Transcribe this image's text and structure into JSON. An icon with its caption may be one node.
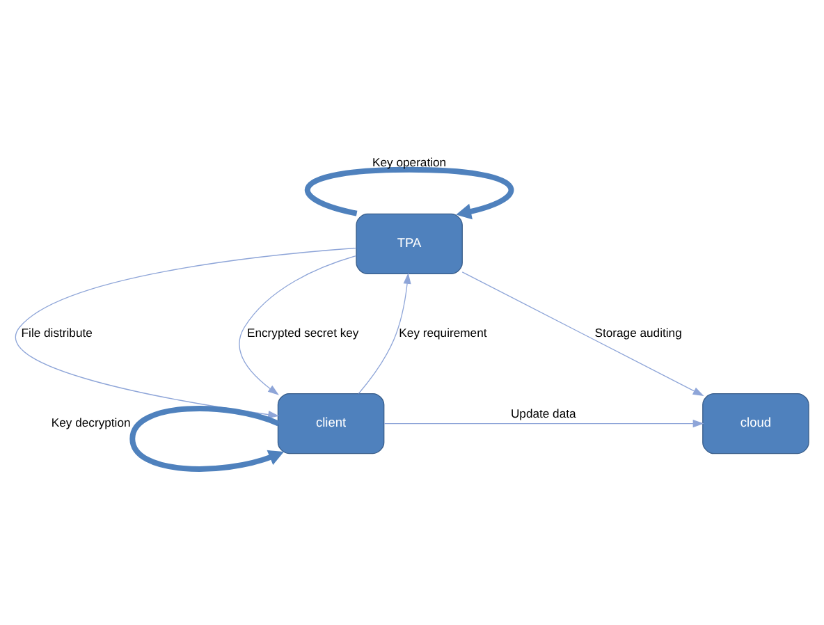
{
  "diagram": {
    "nodes": [
      {
        "text": [
          "TPA"
        ]
      },
      {
        "text": [
          "client"
        ]
      },
      {
        "text": [
          "cloud"
        ]
      }
    ],
    "edges": [
      {
        "from": 0,
        "to": 0,
        "arrow": "to",
        "label": "Key operation",
        "style": "thick",
        "color": "#4f81bd"
      },
      {
        "from": 0,
        "to": 1,
        "arrow": "to",
        "label": "File distribute"
      },
      {
        "from": 0,
        "to": 1,
        "arrow": "to",
        "label": "Encrypted secret key"
      },
      {
        "from": 1,
        "to": 0,
        "arrow": "to",
        "label": "Key requirement"
      },
      {
        "from": 0,
        "to": 2,
        "arrow": "to",
        "label": "Storage auditing"
      },
      {
        "from": 1,
        "to": 2,
        "arrow": "to",
        "label": "Update data"
      },
      {
        "from": 1,
        "to": 1,
        "arrow": "to",
        "label": "Key decryption",
        "style": "thick",
        "color": "#4f81bd"
      }
    ]
  }
}
